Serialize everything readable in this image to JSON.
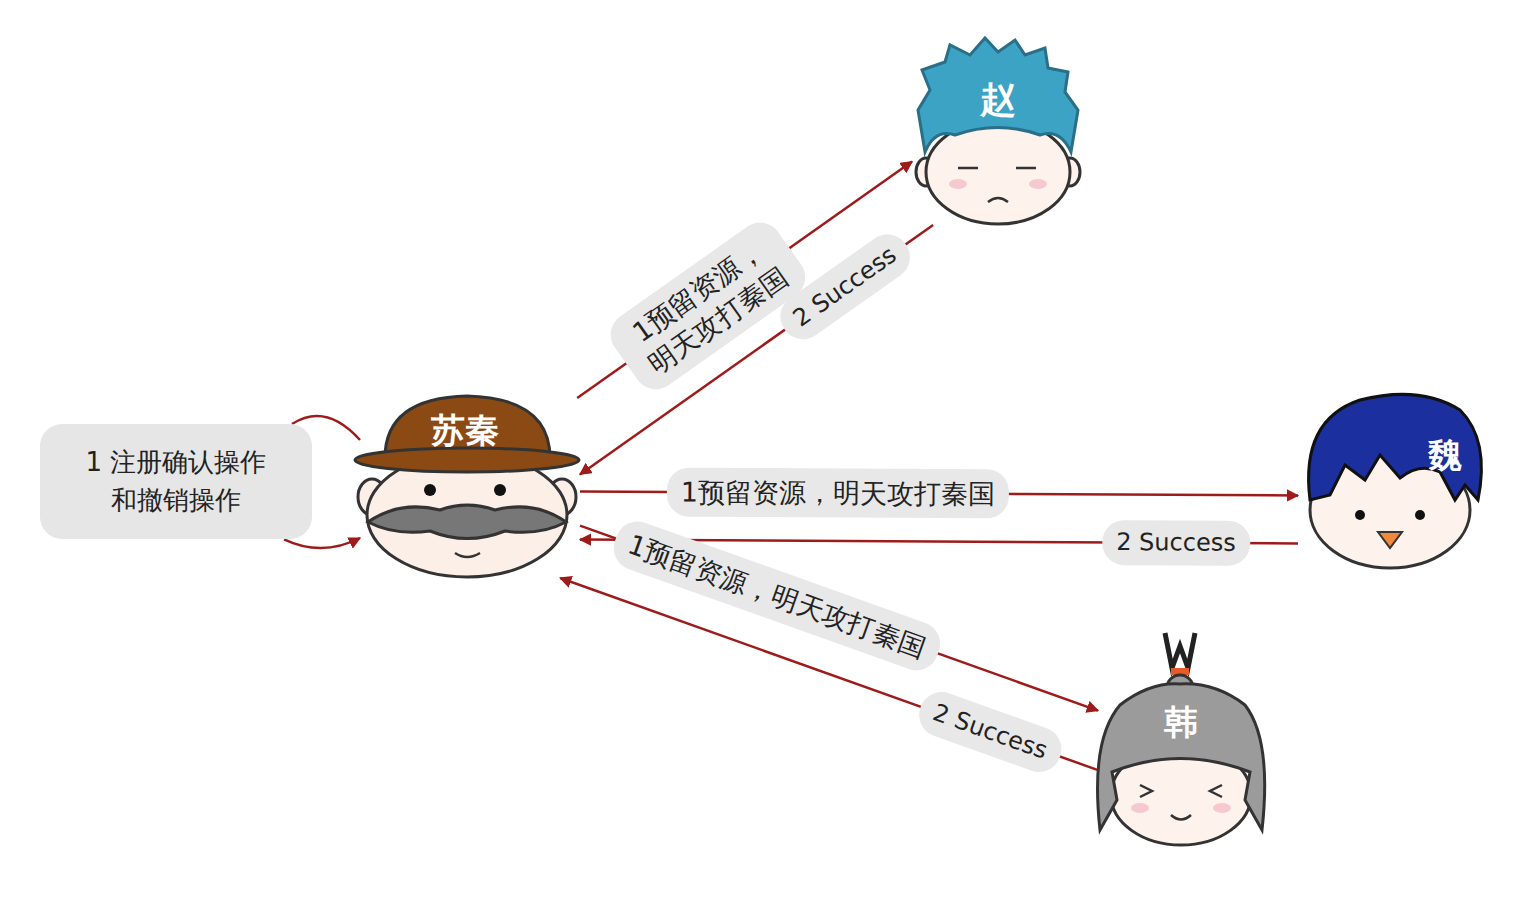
{
  "diagram": {
    "nodes": [
      {
        "text": [
          "1 注册确认操作 和撤销操作"
        ]
      },
      {
        "text": [
          "苏秦"
        ]
      },
      {
        "text": [
          "赵"
        ]
      },
      {
        "text": [
          "魏"
        ]
      },
      {
        "text": [
          "韩"
        ]
      }
    ],
    "edges": [
      {
        "from": 1,
        "to": 0,
        "arrow": "none"
      },
      {
        "from": 0,
        "to": 1,
        "arrow": "to"
      },
      {
        "from": 1,
        "to": 2,
        "label": "1预留资源， 明天攻打秦国",
        "arrow": "to"
      },
      {
        "from": 2,
        "to": 1,
        "label": "2 Success",
        "arrow": "to"
      },
      {
        "from": 1,
        "to": 3,
        "label": "1预留资源，明天攻打秦国",
        "arrow": "to"
      },
      {
        "from": 3,
        "to": 1,
        "label": "2 Success",
        "arrow": "to"
      },
      {
        "from": 1,
        "to": 4,
        "label": "1预留资源，明天攻打秦国",
        "arrow": "to"
      },
      {
        "from": 4,
        "to": 1,
        "label": "2 Success",
        "arrow": "to"
      }
    ]
  }
}
